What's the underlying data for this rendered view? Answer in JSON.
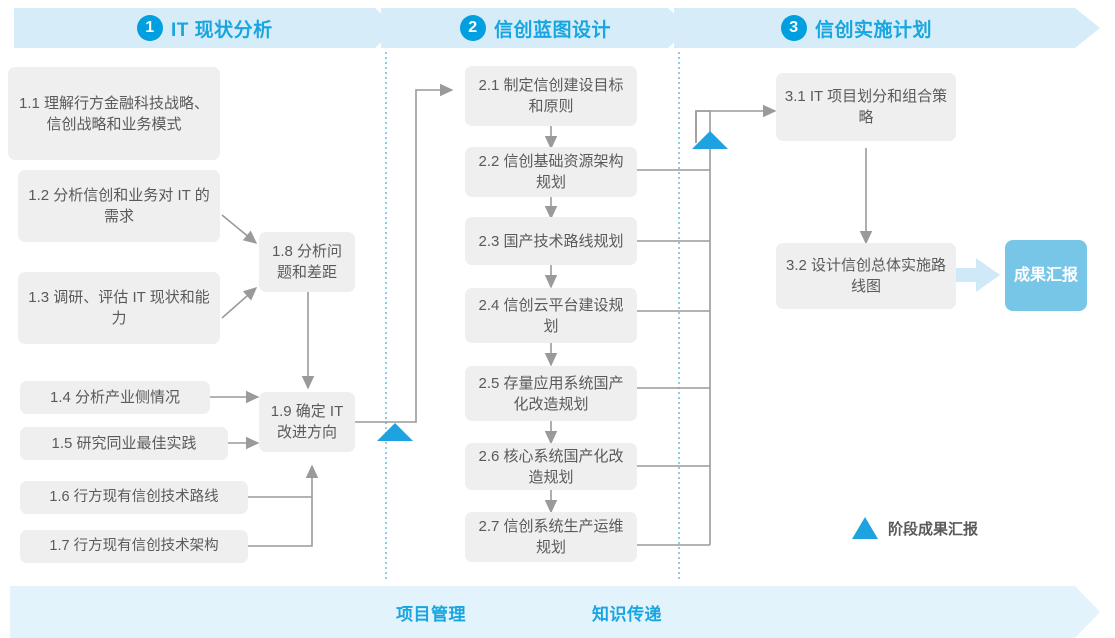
{
  "header": {
    "stages": [
      {
        "num": "1",
        "label": "IT 现状分析"
      },
      {
        "num": "2",
        "label": "信创蓝图设计"
      },
      {
        "num": "3",
        "label": "信创实施计划"
      }
    ]
  },
  "stage1": {
    "boxes": [
      {
        "id": "1.1",
        "text": "1.1 理解行方金融科技战略、信创战略和业务模式"
      },
      {
        "id": "1.2",
        "text": "1.2 分析信创和业务对 IT 的需求"
      },
      {
        "id": "1.3",
        "text": "1.3 调研、评估 IT 现状和能力"
      },
      {
        "id": "1.4",
        "text": "1.4 分析产业侧情况"
      },
      {
        "id": "1.5",
        "text": "1.5 研究同业最佳实践"
      },
      {
        "id": "1.6",
        "text": "1.6 行方现有信创技术路线"
      },
      {
        "id": "1.7",
        "text": "1.7 行方现有信创技术架构"
      },
      {
        "id": "1.8",
        "text": "1.8 分析问题和差距"
      },
      {
        "id": "1.9",
        "text": "1.9 确定 IT 改进方向"
      }
    ]
  },
  "stage2": {
    "boxes": [
      {
        "id": "2.1",
        "text": "2.1 制定信创建设目标和原则"
      },
      {
        "id": "2.2",
        "text": "2.2 信创基础资源架构规划"
      },
      {
        "id": "2.3",
        "text": "2.3 国产技术路线规划"
      },
      {
        "id": "2.4",
        "text": "2.4 信创云平台建设规划"
      },
      {
        "id": "2.5",
        "text": "2.5 存量应用系统国产化改造规划"
      },
      {
        "id": "2.6",
        "text": "2.6 核心系统国产化改造规划"
      },
      {
        "id": "2.7",
        "text": "2.7 信创系统生产运维规划"
      }
    ]
  },
  "stage3": {
    "boxes": [
      {
        "id": "3.1",
        "text": "3.1 IT 项目划分和组合策略"
      },
      {
        "id": "3.2",
        "text": "3.2 设计信创总体实施路线图"
      }
    ],
    "result": "成果汇报"
  },
  "legend": {
    "label": "阶段成果汇报"
  },
  "footer": {
    "items": [
      "项目管理",
      "知识传递"
    ]
  },
  "colors": {
    "accent": "#00a0e0",
    "header_band": "#d6ecf8",
    "footer_band": "#e3f3fb",
    "box_fill": "#efefef",
    "box_text": "#5a5a5a",
    "connector": "#9a9a9a",
    "result_fill": "#77c6e8",
    "result_arrow": "#cfe9f8",
    "milestone_triangle": "#1fa3e0",
    "divider_dotted": "#5bb7e0"
  }
}
